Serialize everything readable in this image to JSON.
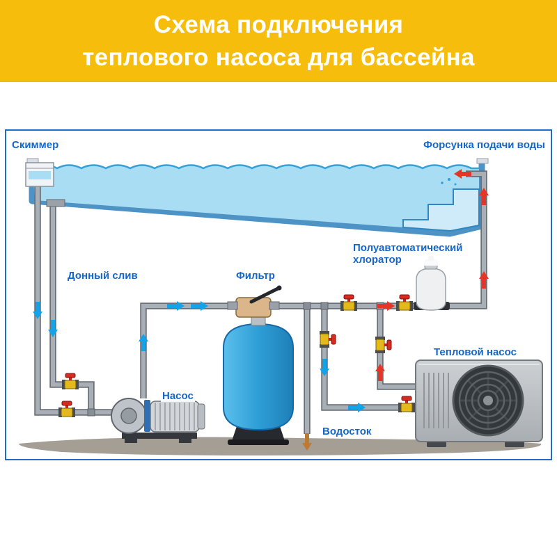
{
  "title": {
    "line1": "Схема подключения",
    "line2": "теплового насоса для бассейна"
  },
  "labels": {
    "skimmer": "Скиммер",
    "nozzle": "Форсунка подачи воды",
    "bottom_drain": "Донный слив",
    "filter": "Фильтр",
    "chlorinator_line1": "Полуавтоматический",
    "chlorinator_line2": "хлоратор",
    "pump": "Насос",
    "heat_pump": "Тепловой насос",
    "drain": "Водосток"
  },
  "colors": {
    "banner": "#f6bd0d",
    "title_text": "#ffffff",
    "label_text": "#1566c9",
    "frame": "#1f6cc9",
    "water": "#a9ddf4",
    "pool_wall": "#4e93c6",
    "pipe": "#a8afb6",
    "flow_cold": "#14a3e8",
    "flow_hot": "#e53528",
    "waste_arrow": "#bd7a33",
    "ground": "#a49e95",
    "filter_tank": "#2e9ed6",
    "heat_pump_body": "#b9bec2"
  }
}
